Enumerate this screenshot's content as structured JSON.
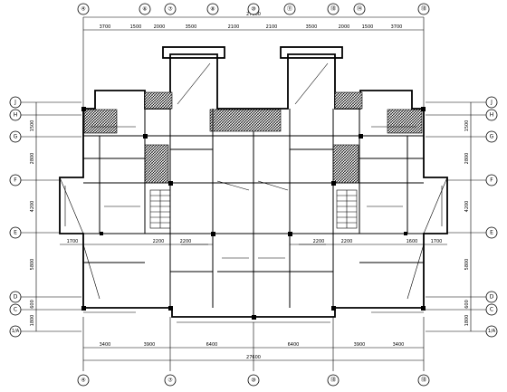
{
  "grid": {
    "top": [
      "④",
      "⑥",
      "⑦",
      "⑧",
      "⑩",
      "⑪",
      "⑱",
      "⑭",
      "⑱"
    ],
    "bottom": [
      "④",
      "⑦",
      "⑩",
      "⑱",
      "⑱"
    ],
    "left": [
      "J",
      "H",
      "G",
      "F",
      "E",
      "D",
      "C",
      "1/A"
    ],
    "right": [
      "J",
      "H",
      "G",
      "F",
      "E",
      "D",
      "C",
      "1/A"
    ]
  },
  "dims": {
    "top_total": "27600",
    "top_parts": [
      "3700",
      "1500",
      "2000",
      "3500",
      "2100",
      "2100",
      "3500",
      "2000",
      "1500",
      "3700"
    ],
    "bottom_total": "27600",
    "bottom_parts": [
      "3400",
      "3900",
      "6400",
      "6400",
      "3900",
      "3400"
    ],
    "mid_left": [
      "1700",
      "2200",
      "2200"
    ],
    "mid_right": [
      "2200",
      "2200",
      "1600",
      "1700"
    ],
    "left_vert": [
      "1500",
      "2800",
      "4200",
      "5800",
      "600",
      "1800"
    ],
    "right_vert": [
      "1500",
      "2800",
      "4200",
      "5800",
      "600",
      "1800"
    ]
  }
}
